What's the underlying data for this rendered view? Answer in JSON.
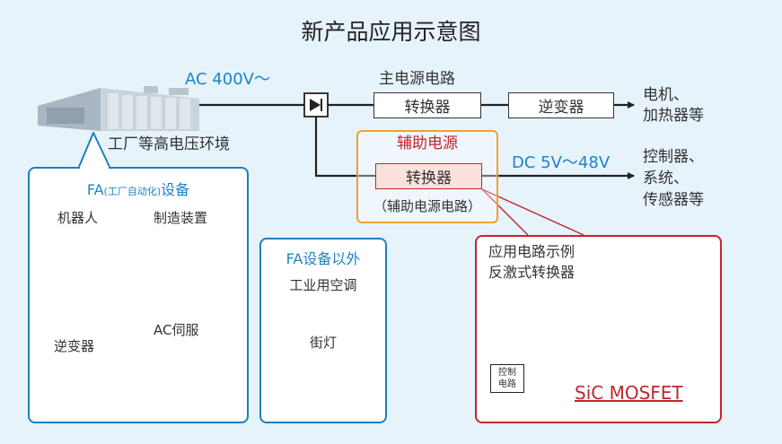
{
  "title": "新产品应用示意图",
  "supply": {
    "ac_label": "AC 400V～",
    "factory_caption": "工厂等高电压环境"
  },
  "main_path": {
    "label": "主电源电路",
    "converter": "转换器",
    "inverter": "逆变器",
    "output_line1": "电机、",
    "output_line2": "加热器等"
  },
  "aux_path": {
    "title": "辅助电源",
    "converter": "转换器",
    "caption": "（辅助电源电路）",
    "dc_label": "DC 5V～48V",
    "output_line1": "控制器、",
    "output_line2": "系统、",
    "output_line3": "传感器等"
  },
  "fa_panel": {
    "title_main": "FA",
    "title_small": "(工厂自动化)",
    "title_end": "设备",
    "items": [
      "机器人",
      "制造装置",
      "逆变器",
      "AC伺服"
    ]
  },
  "non_fa_panel": {
    "title": "FA设备以外",
    "items": [
      "工业用空调",
      "街灯"
    ]
  },
  "circuit_panel": {
    "title_line1": "应用电路示例",
    "title_line2": "反激式转换器",
    "control_label_line1": "控制",
    "control_label_line2": "电路",
    "device_label": "SiC MOSFET"
  },
  "colors": {
    "background": "#e6f3fb",
    "panel_border": "#1c7fbf",
    "accent_blue": "#1d84c6",
    "highlight_red": "#c0262d",
    "aux_orange": "#f0a030"
  }
}
